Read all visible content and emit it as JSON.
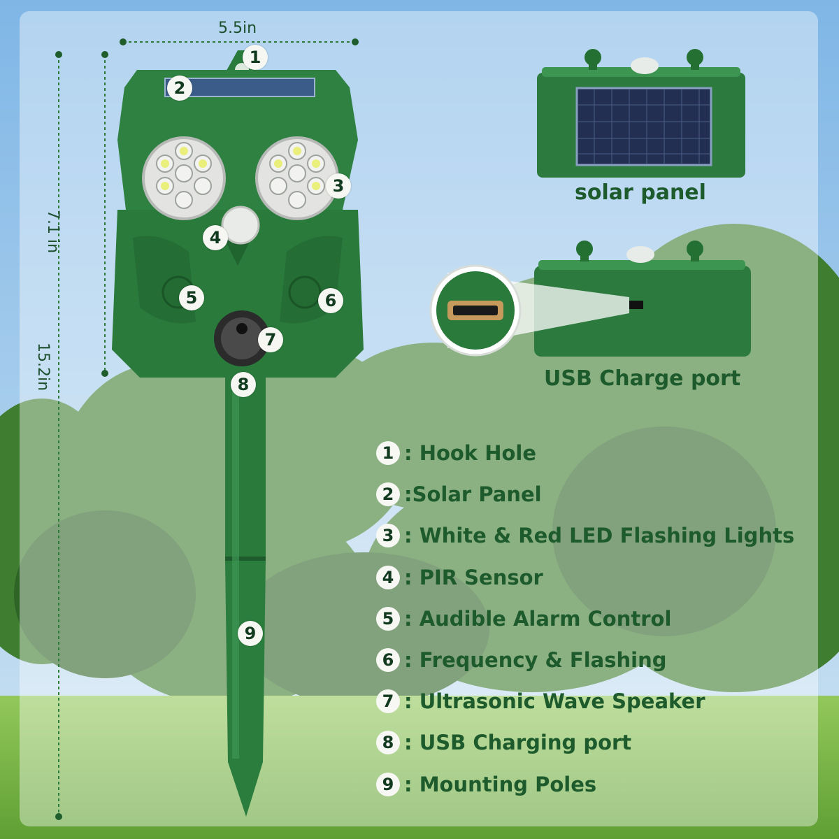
{
  "dimensions": {
    "width": "5.5in",
    "height_body": "7.1 in",
    "height_total": "15.2in"
  },
  "callouts": [
    "1",
    "2",
    "3",
    "4",
    "5",
    "6",
    "7",
    "8",
    "9"
  ],
  "insets": {
    "solar_caption": "solar panel",
    "usb_caption": "USB Charge port"
  },
  "legend": [
    {
      "num": "1",
      "text": ": Hook Hole"
    },
    {
      "num": "2",
      "text": ":Solar Panel"
    },
    {
      "num": "3",
      "text": ": White & Red LED Flashing Lights"
    },
    {
      "num": "4",
      "text": ": PIR Sensor"
    },
    {
      "num": "5",
      "text": ": Audible Alarm Control"
    },
    {
      "num": "6",
      "text": ": Frequency & Flashing"
    },
    {
      "num": "7",
      "text": ": Ultrasonic Wave Speaker"
    },
    {
      "num": "8",
      "text": ": USB Charging port"
    },
    {
      "num": "9",
      "text": ": Mounting Poles"
    }
  ],
  "colors": {
    "device_green": "#2a7a3c",
    "text_green": "#1d5a2c",
    "sky": "#a9cde9",
    "grass": "#79b94f"
  }
}
